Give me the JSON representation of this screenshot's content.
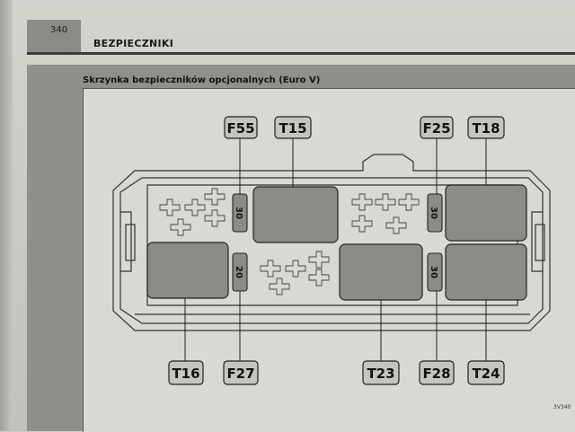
{
  "header": {
    "page_number": "340",
    "section_title": "BEZPIECZNIKI"
  },
  "diagram": {
    "subtitle": "Skrzynka bezpieczników opcjonalnych (Euro V)",
    "corner_code": "3V340"
  },
  "labels": {
    "F55": "F55",
    "T15": "T15",
    "F25": "F25",
    "T18": "T18",
    "T16": "T16",
    "F27": "F27",
    "T23": "T23",
    "F28": "F28",
    "T24": "T24"
  },
  "fuse_ratings": {
    "F55": "30",
    "F27": "20",
    "F25": "30",
    "F28": "30"
  },
  "colors": {
    "relay_fill": "#8c8c87",
    "label_fill": "#c3c5bf",
    "line": "#333333"
  }
}
